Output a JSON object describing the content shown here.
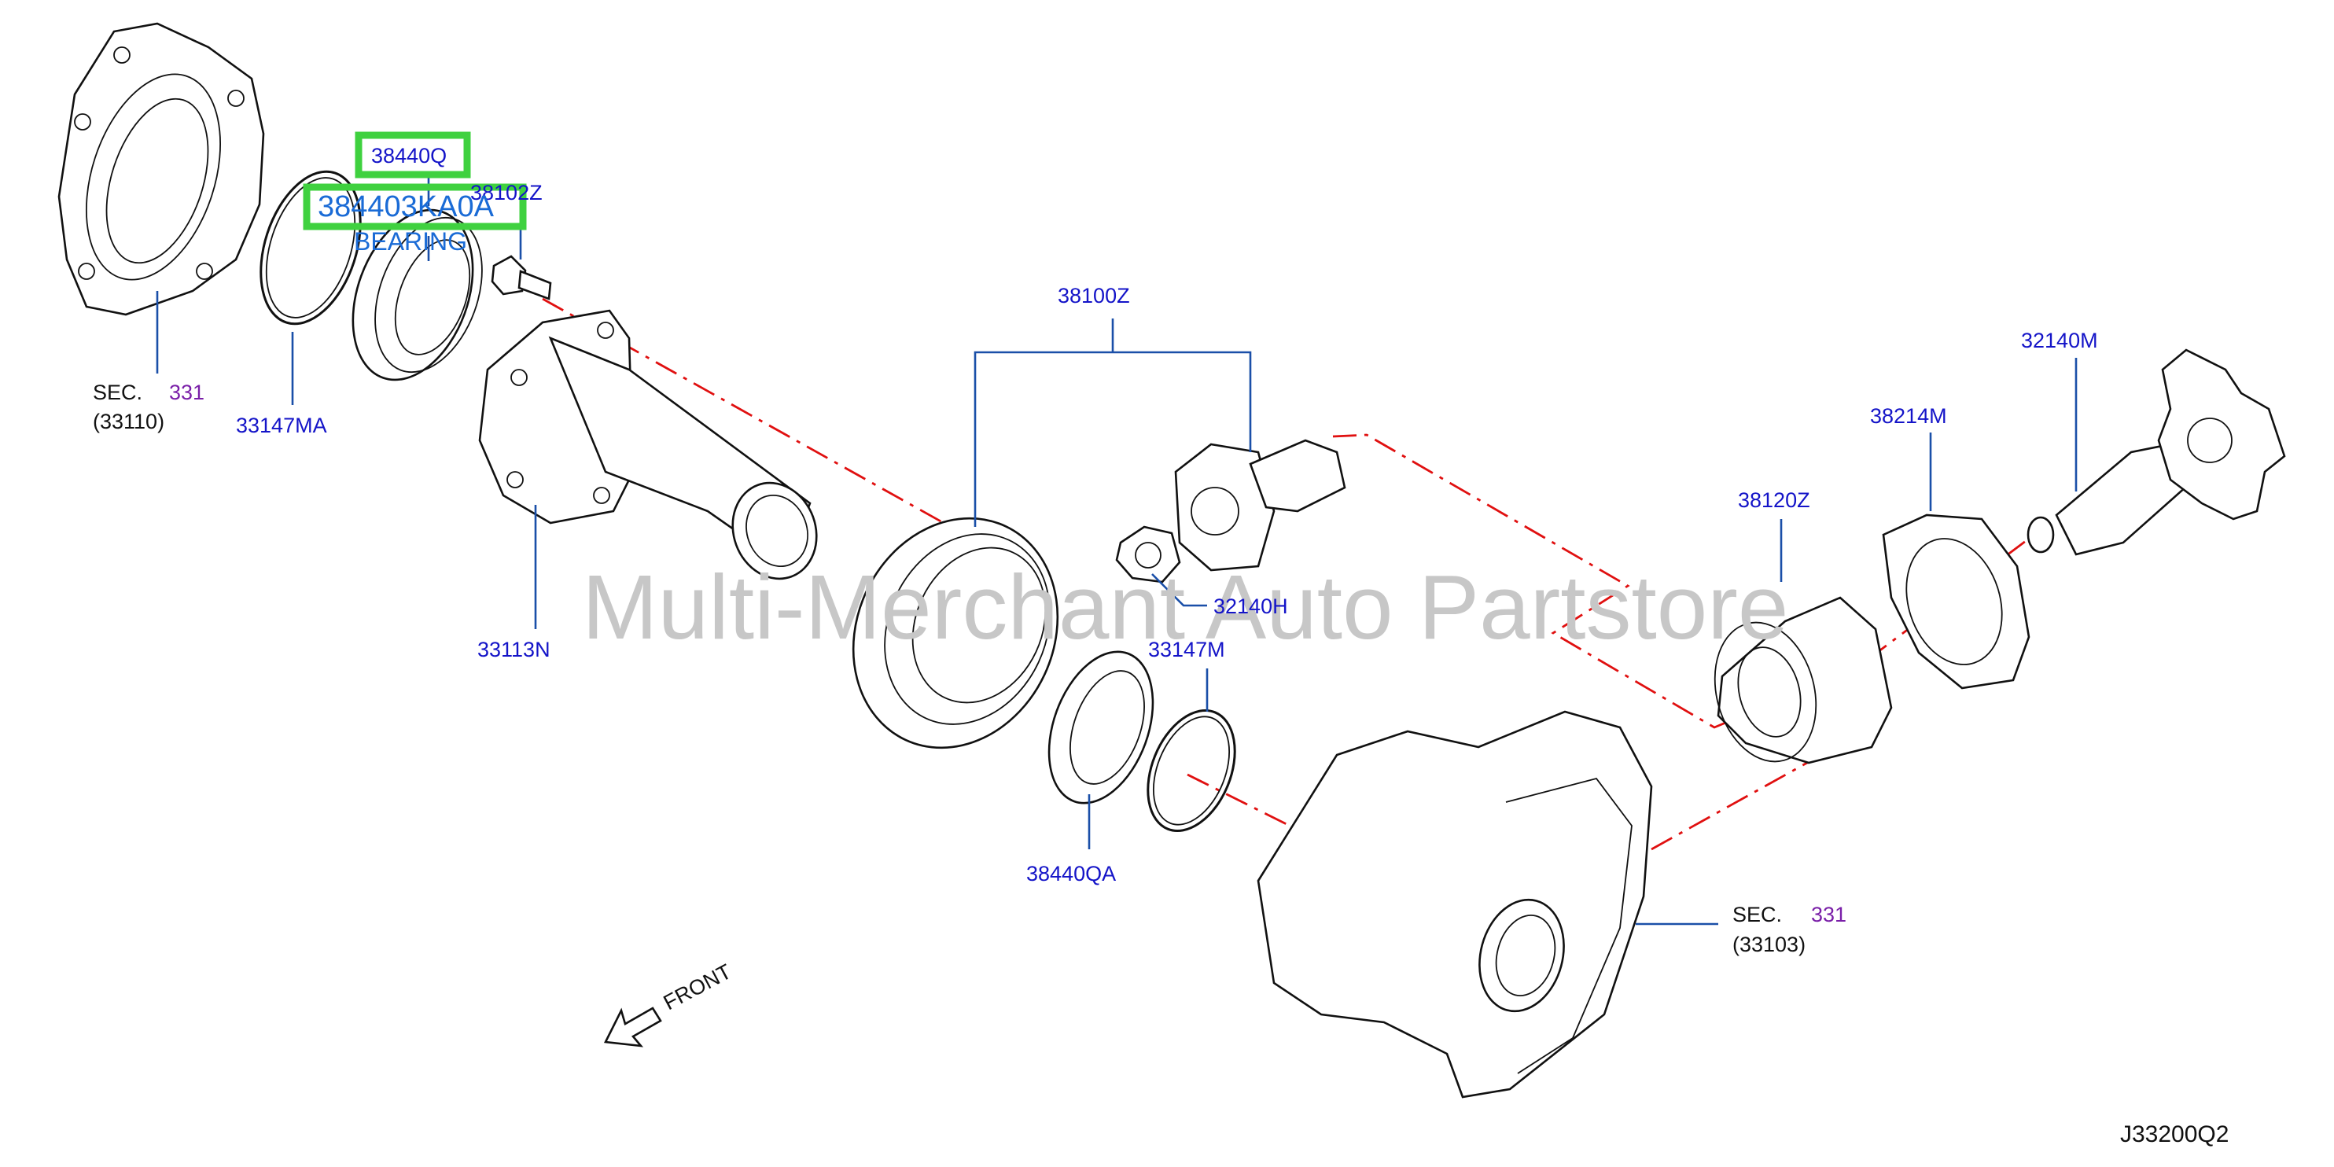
{
  "diagram": {
    "labels": {
      "sec_left_prefix": "SEC.",
      "sec_left_num": "331",
      "sec_left_sub": "(33110)",
      "p33147MA": "33147MA",
      "p38440Q": "38440Q",
      "p38102Z": "38102Z",
      "highlight_part": "384403KA0A",
      "highlight_desc": "BEARING",
      "p33113N": "33113N",
      "p38100Z": "38100Z",
      "p32140H": "32140H",
      "p33147M": "33147M",
      "p38440QA": "38440QA",
      "sec_right_prefix": "SEC.",
      "sec_right_num": "331",
      "sec_right_sub": "(33103)",
      "p38120Z": "38120Z",
      "p38214M": "38214M",
      "p32140M": "32140M",
      "front": "FRONT",
      "drawing_code": "J33200Q2"
    },
    "watermark": "Multi-Merchant Auto Partstore",
    "colors": {
      "part_number": "#1414c8",
      "leader_line": "#1a4fa8",
      "axis_dash": "#e01010",
      "highlight_box": "#3fd13f",
      "highlight_text": "#1a6bd6",
      "section_number": "#7a1fa8",
      "watermark": "#c7c7c7"
    }
  }
}
